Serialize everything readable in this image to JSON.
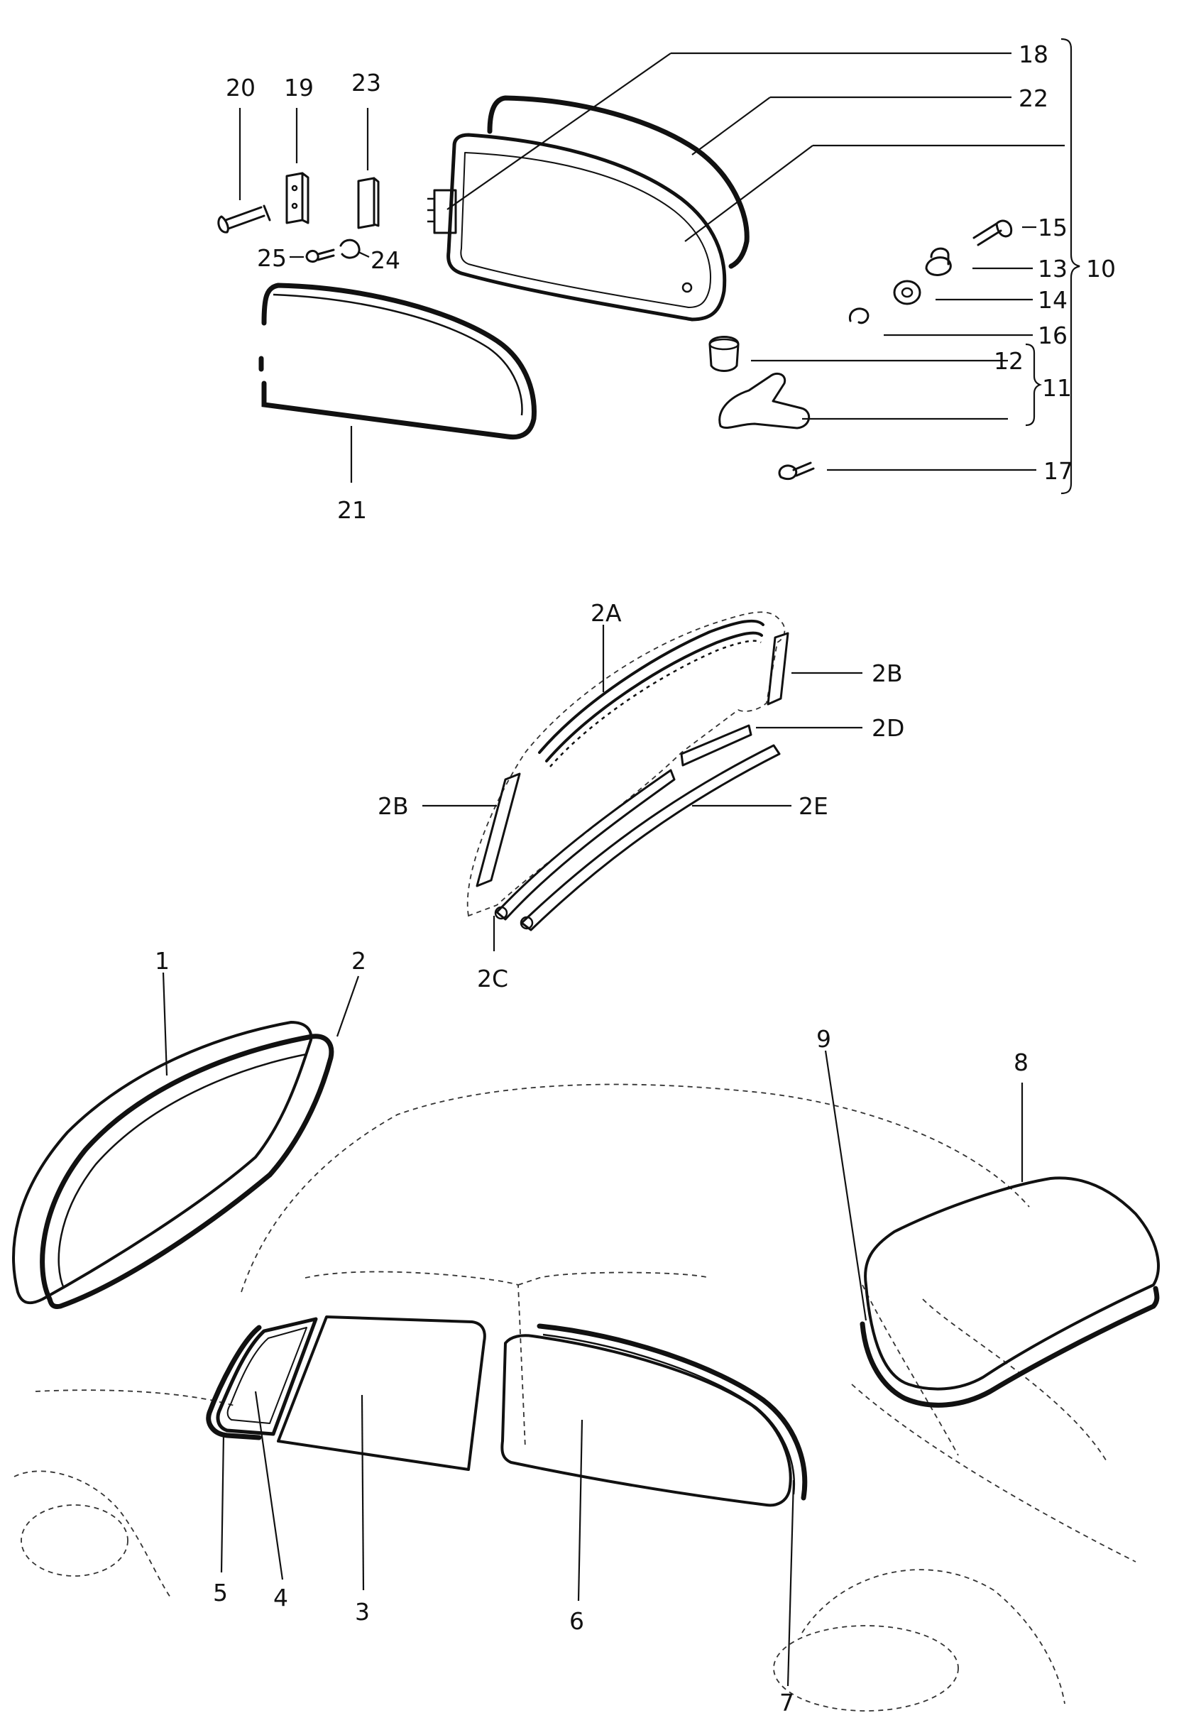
{
  "callouts": {
    "c1": "1",
    "c2": "2",
    "c2A": "2A",
    "c2B_right": "2B",
    "c2B_left": "2B",
    "c2C": "2C",
    "c2D": "2D",
    "c2E": "2E",
    "c3": "3",
    "c4": "4",
    "c5": "5",
    "c6": "6",
    "c7": "7",
    "c8": "8",
    "c9": "9",
    "c10": "10",
    "c11": "11",
    "c12": "12",
    "c13": "13",
    "c14": "14",
    "c15": "15",
    "c16": "16",
    "c17": "17",
    "c18": "18",
    "c19": "19",
    "c20": "20",
    "c21": "21",
    "c22": "22",
    "c23": "23",
    "c24": "24",
    "c25": "25"
  }
}
